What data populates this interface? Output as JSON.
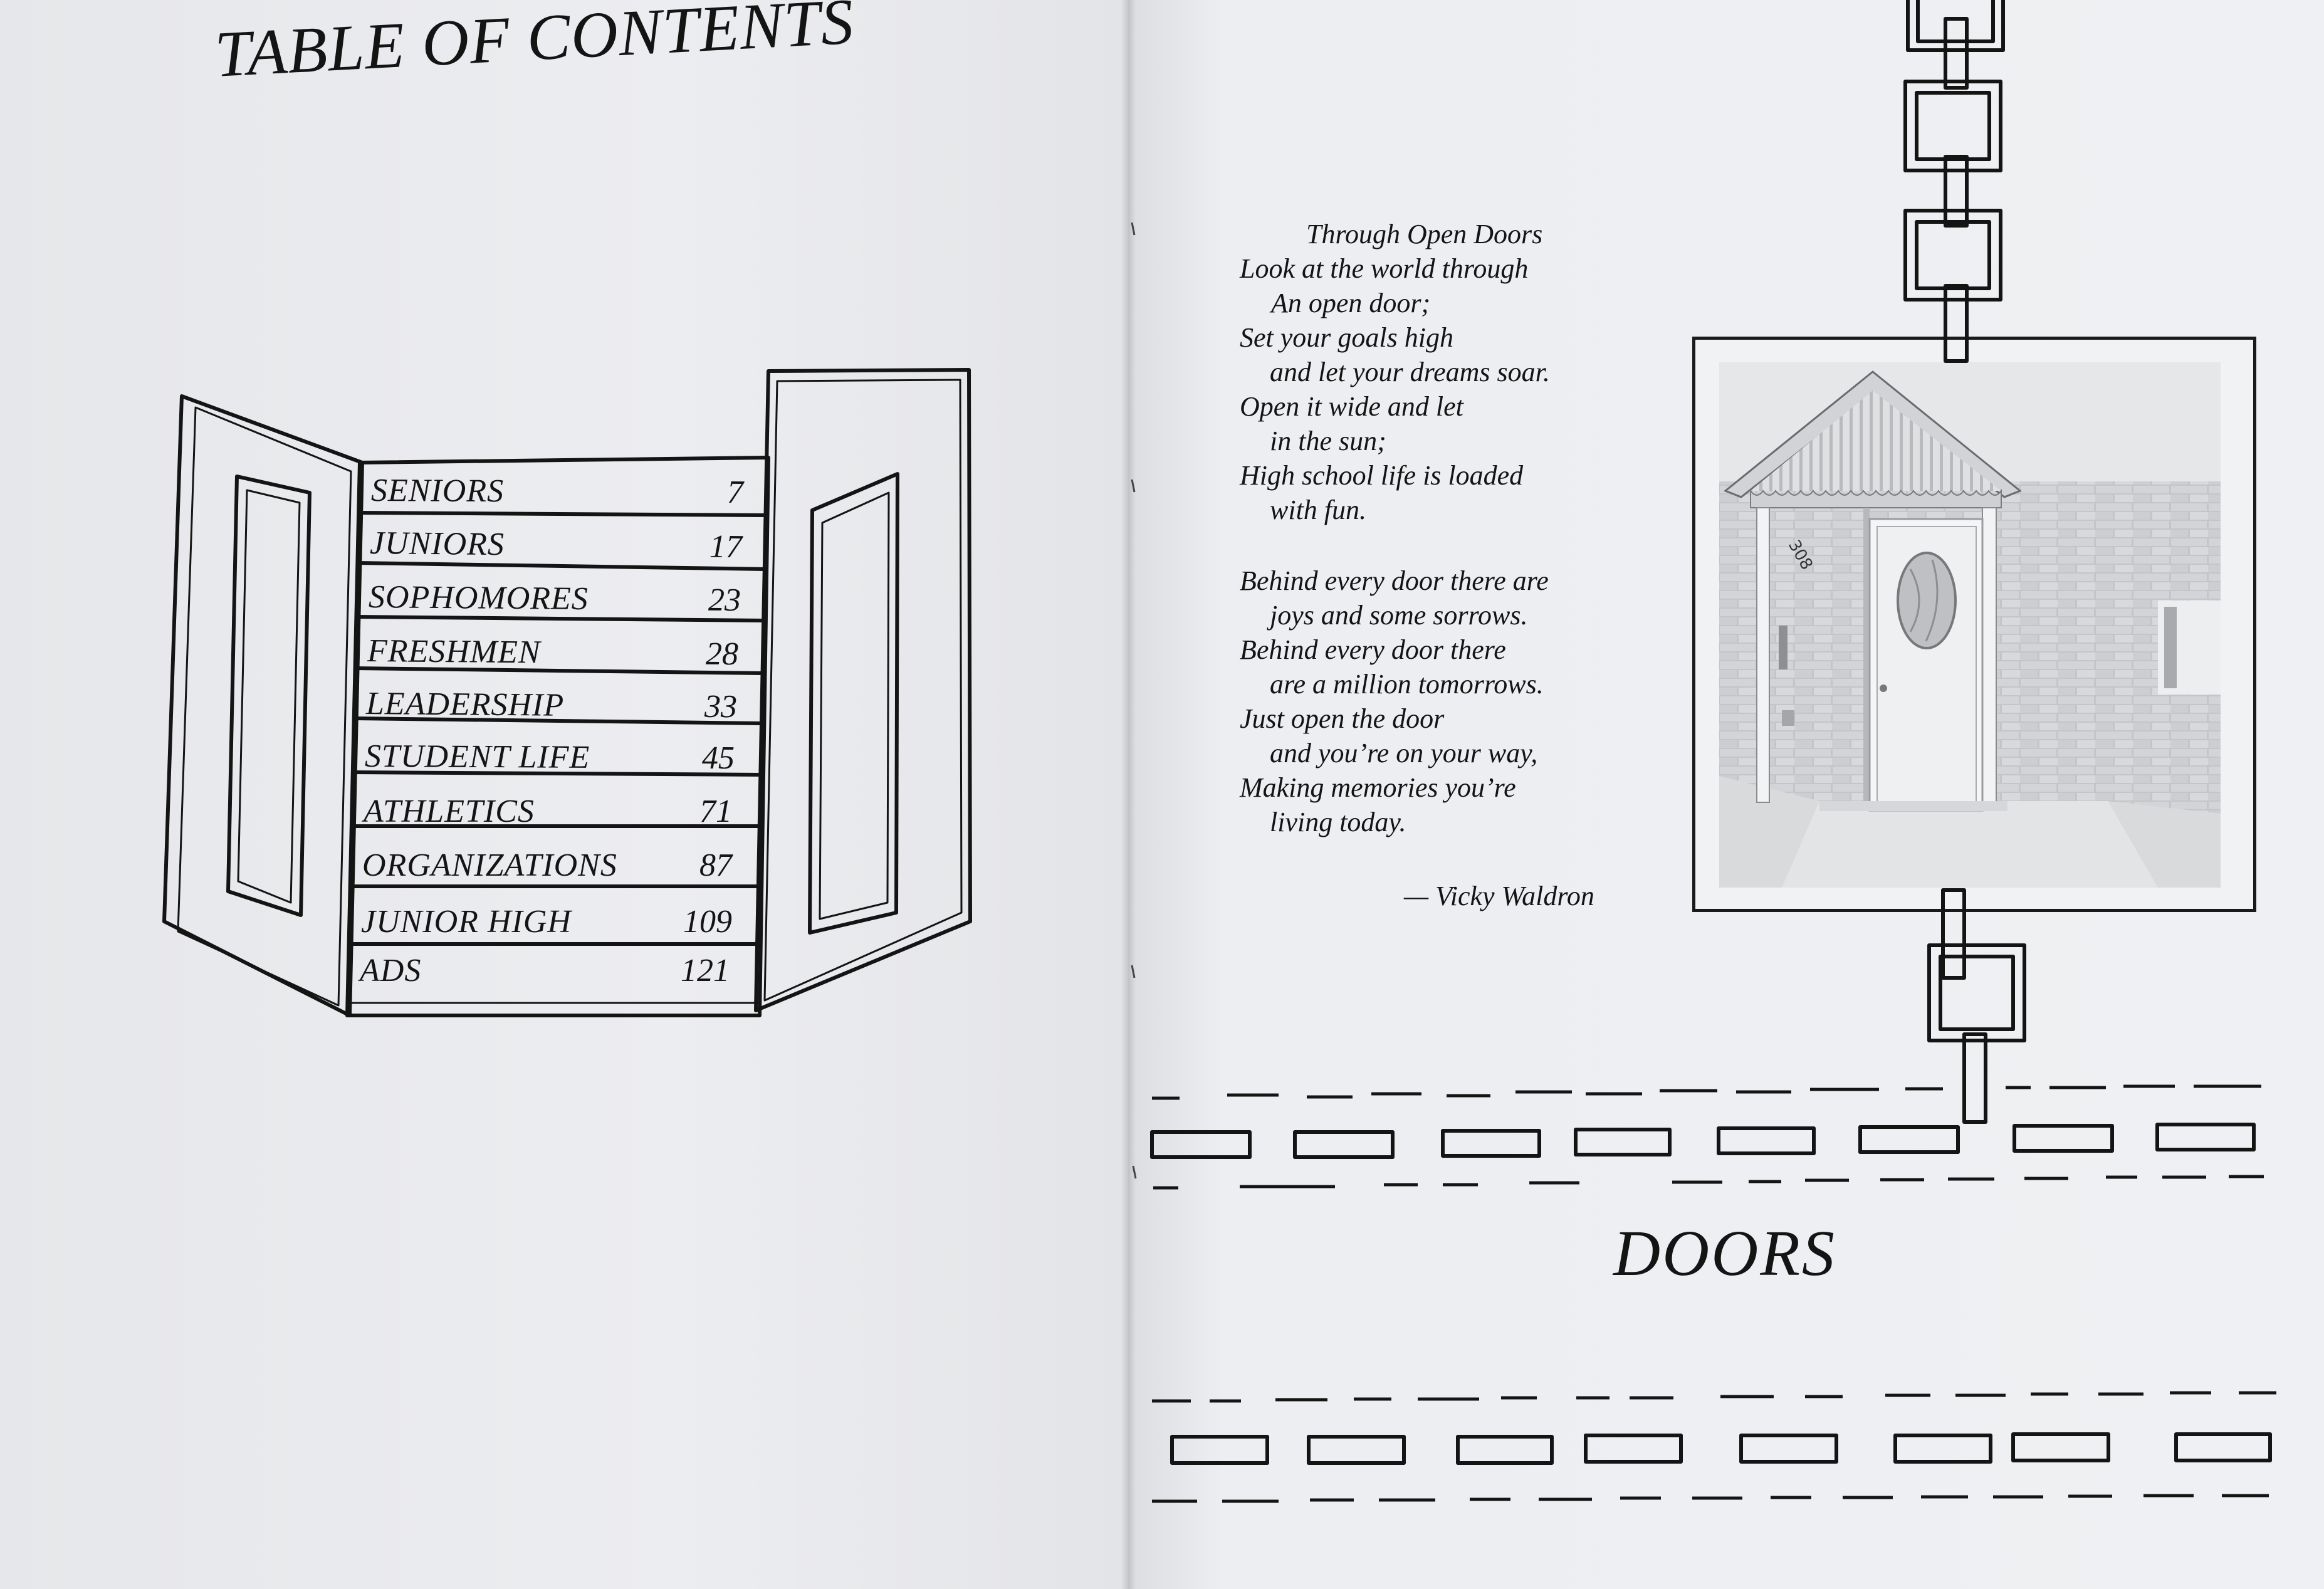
{
  "toc": {
    "title": "TABLE OF CONTENTS",
    "entries": [
      {
        "label": "SENIORS",
        "page": "7"
      },
      {
        "label": "JUNIORS",
        "page": "17"
      },
      {
        "label": "SOPHOMORES",
        "page": "23"
      },
      {
        "label": "FRESHMEN",
        "page": "28"
      },
      {
        "label": "LEADERSHIP",
        "page": "33"
      },
      {
        "label": "STUDENT LIFE",
        "page": "45"
      },
      {
        "label": "ATHLETICS",
        "page": "71"
      },
      {
        "label": "ORGANIZATIONS",
        "page": "87"
      },
      {
        "label": "JUNIOR HIGH",
        "page": "109"
      },
      {
        "label": "ADS",
        "page": "121"
      }
    ]
  },
  "poem": {
    "title": "Through Open Doors",
    "lines": [
      "Look at the world through",
      "An open door;",
      "Set your goals high",
      "and let your dreams soar.",
      "Open it wide and let",
      "in the sun;",
      "High school life is loaded",
      "with fun.",
      "",
      "Behind every door there are",
      "joys and some sorrows.",
      "Behind every door there",
      "are a million tomorrows.",
      "Just open the door",
      "and you’re on your way,",
      "Making memories you’re",
      "living today."
    ],
    "author": "— Vicky Waldron"
  },
  "section": {
    "title": "DOORS"
  },
  "photo": {
    "house_number": "308"
  }
}
